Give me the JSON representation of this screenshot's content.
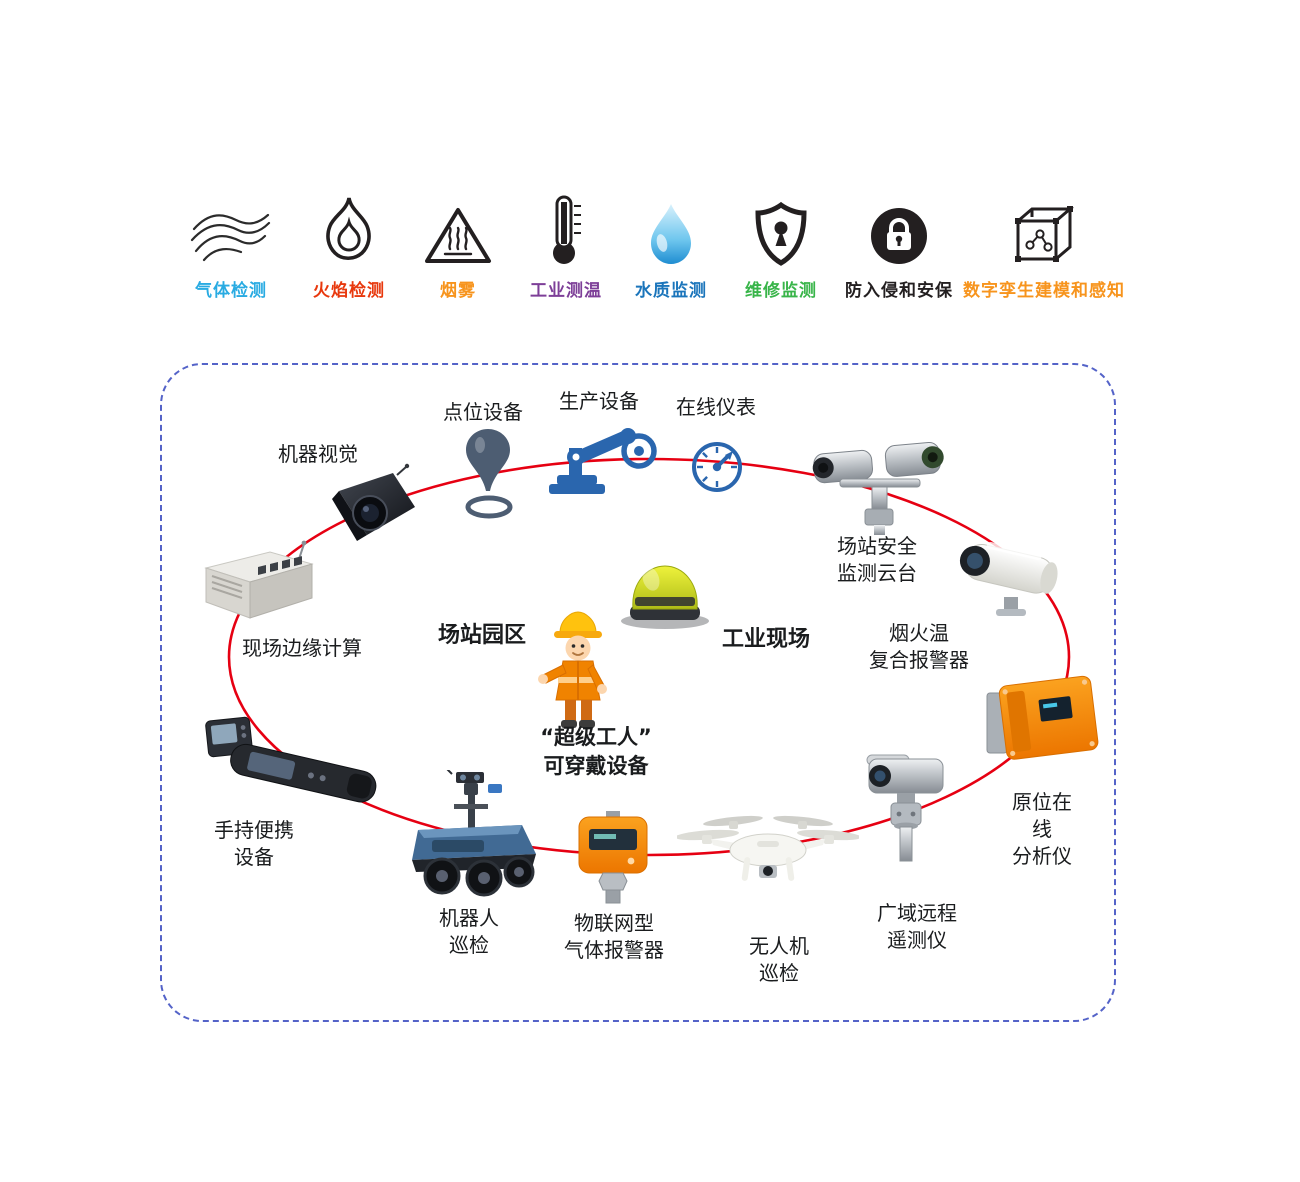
{
  "legend": {
    "items": [
      {
        "label": "气体检测",
        "color": "#29abe2",
        "icon": "gas-waves-icon"
      },
      {
        "label": "火焰检测",
        "color": "#e8380d",
        "icon": "flame-icon"
      },
      {
        "label": "烟雾",
        "color": "#f7941d",
        "icon": "smoke-triangle-icon"
      },
      {
        "label": "工业测温",
        "color": "#7d3f98",
        "icon": "thermometer-icon"
      },
      {
        "label": "水质监测",
        "color": "#1b75bb",
        "icon": "water-drop-icon"
      },
      {
        "label": "维修监测",
        "color": "#39b54a",
        "icon": "shield-keyhole-icon"
      },
      {
        "label": "防入侵和安保",
        "color": "#231f20",
        "icon": "lock-circle-icon"
      },
      {
        "label": "数字孪生建模和感知",
        "color": "#f7941d",
        "icon": "digital-twin-cube-icon"
      }
    ]
  },
  "diagram": {
    "accent_red": "#e60012",
    "border_blue": "#5463c8",
    "nodes": {
      "machine_vision": "机器视觉",
      "point_device": "点位设备",
      "production_equipment": "生产设备",
      "online_instrument": "在线仪表",
      "station_ptz": "场站安全\n监测云台",
      "fire_smoke_temp_alarm": "烟火温\n复合报警器",
      "insitu_analyzer": "原位在线\n分析仪",
      "remote_telemetry": "广域远程\n遥测仪",
      "drone_patrol": "无人机\n巡检",
      "iot_gas_alarm": "物联网型\n气体报警器",
      "robot_patrol": "机器人\n巡检",
      "handheld_device": "手持便携\n设备",
      "edge_computing": "现场边缘计算"
    },
    "center": {
      "station_park": "场站园区",
      "industrial_site": "工业现场",
      "super_worker": "“超级工人”\n可穿戴设备"
    }
  }
}
